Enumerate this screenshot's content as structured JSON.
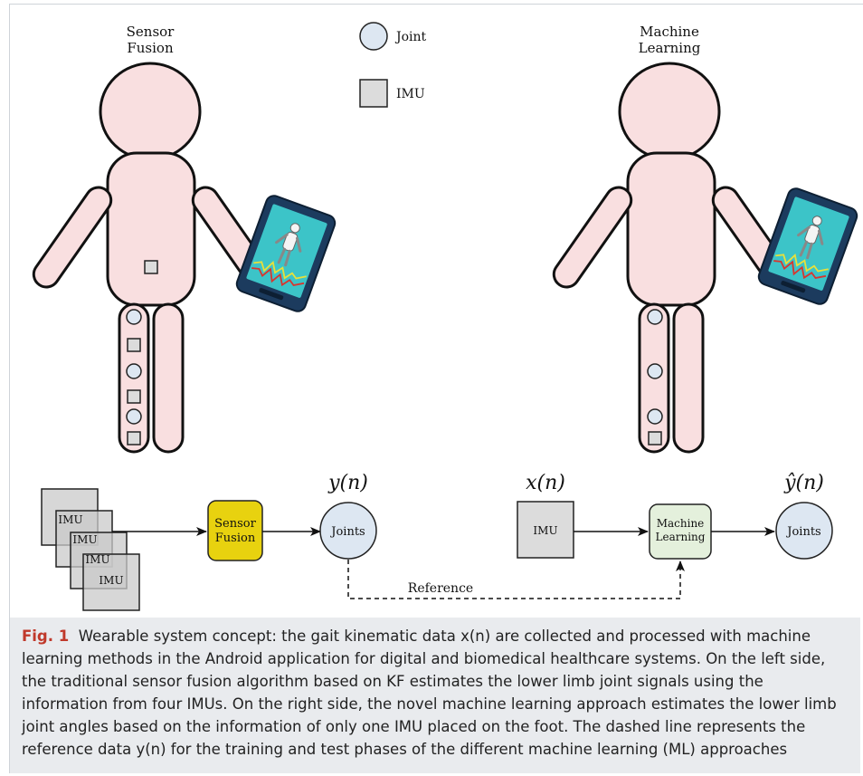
{
  "left_title": [
    "Sensor",
    "Fusion"
  ],
  "right_title": [
    "Machine",
    "Learning"
  ],
  "legend": {
    "joint": "Joint",
    "imu": "IMU"
  },
  "left_pipeline": {
    "imu_label": "IMU",
    "sensor_fusion": [
      "Sensor",
      "Fusion"
    ],
    "output_math": "y(n)",
    "joints_label": "Joints"
  },
  "right_pipeline": {
    "input_math": "x(n)",
    "imu_label": "IMU",
    "machine_learning": [
      "Machine",
      "Learning"
    ],
    "output_math": "ŷ(n)",
    "joints_label": "Joints"
  },
  "reference_label": "Reference",
  "caption": {
    "label": "Fig. 1",
    "text": "Wearable system concept: the gait kinematic data x(n) are collected and processed with machine learning methods in the Android application for digital and biomedical healthcare systems. On the left side, the traditional sensor fusion algorithm based on KF estimates the lower limb joint signals using the information from four IMUs. On the right side, the novel machine learning approach estimates the lower limb joint angles based on the information of only one IMU placed on the foot. The dashed line represents the reference data y(n) for the training and test phases of the different machine learning (ML) approaches"
  },
  "colors": {
    "body_fill": "#f9dfe0",
    "joint_fill": "#dde7f2",
    "imu_fill": "#dcdcdc",
    "sensor_fusion_fill": "#e8d20f",
    "machine_learning_fill": "#e4f0dc",
    "tablet_screen": "#3cc4c8"
  }
}
